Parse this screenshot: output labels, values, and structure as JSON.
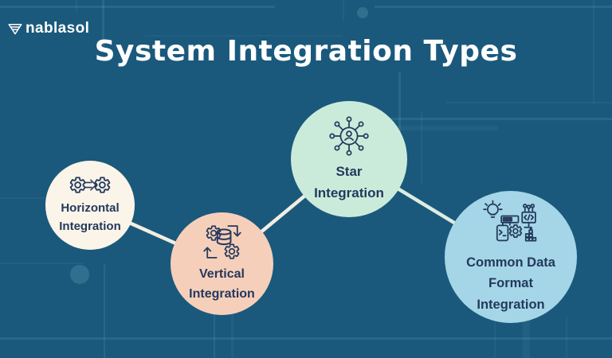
{
  "brand": {
    "name": "nablasol",
    "logo_icon": "nabla-triangle-icon",
    "color": "#FFFFFF"
  },
  "title": "System Integration Types",
  "diagram": {
    "nodes": [
      {
        "label": "Horizontal\nIntegration",
        "icon": "gears-transfer-icon",
        "circle_color": "#FBF4E8"
      },
      {
        "label": "Vertical\nIntegration",
        "icon": "database-sync-gears-icon",
        "circle_color": "#F6CFBA"
      },
      {
        "label": "Star\nIntegration",
        "icon": "star-network-hub-icon",
        "circle_color": "#CBEBDA"
      },
      {
        "label": "Common Data\nFormat\nIntegration",
        "icon": "data-format-tools-icon",
        "circle_color": "#A4D6E7"
      }
    ],
    "connector_colors": [
      "#F2EEE2",
      "#F2EEE2",
      "#DCEDE1"
    ]
  },
  "colors": {
    "background": "#1A597C",
    "pattern_line": "#8FC7DC",
    "title_text": "#FFFFFF",
    "node_text": "#24395C",
    "icon_stroke": "#24395C"
  }
}
